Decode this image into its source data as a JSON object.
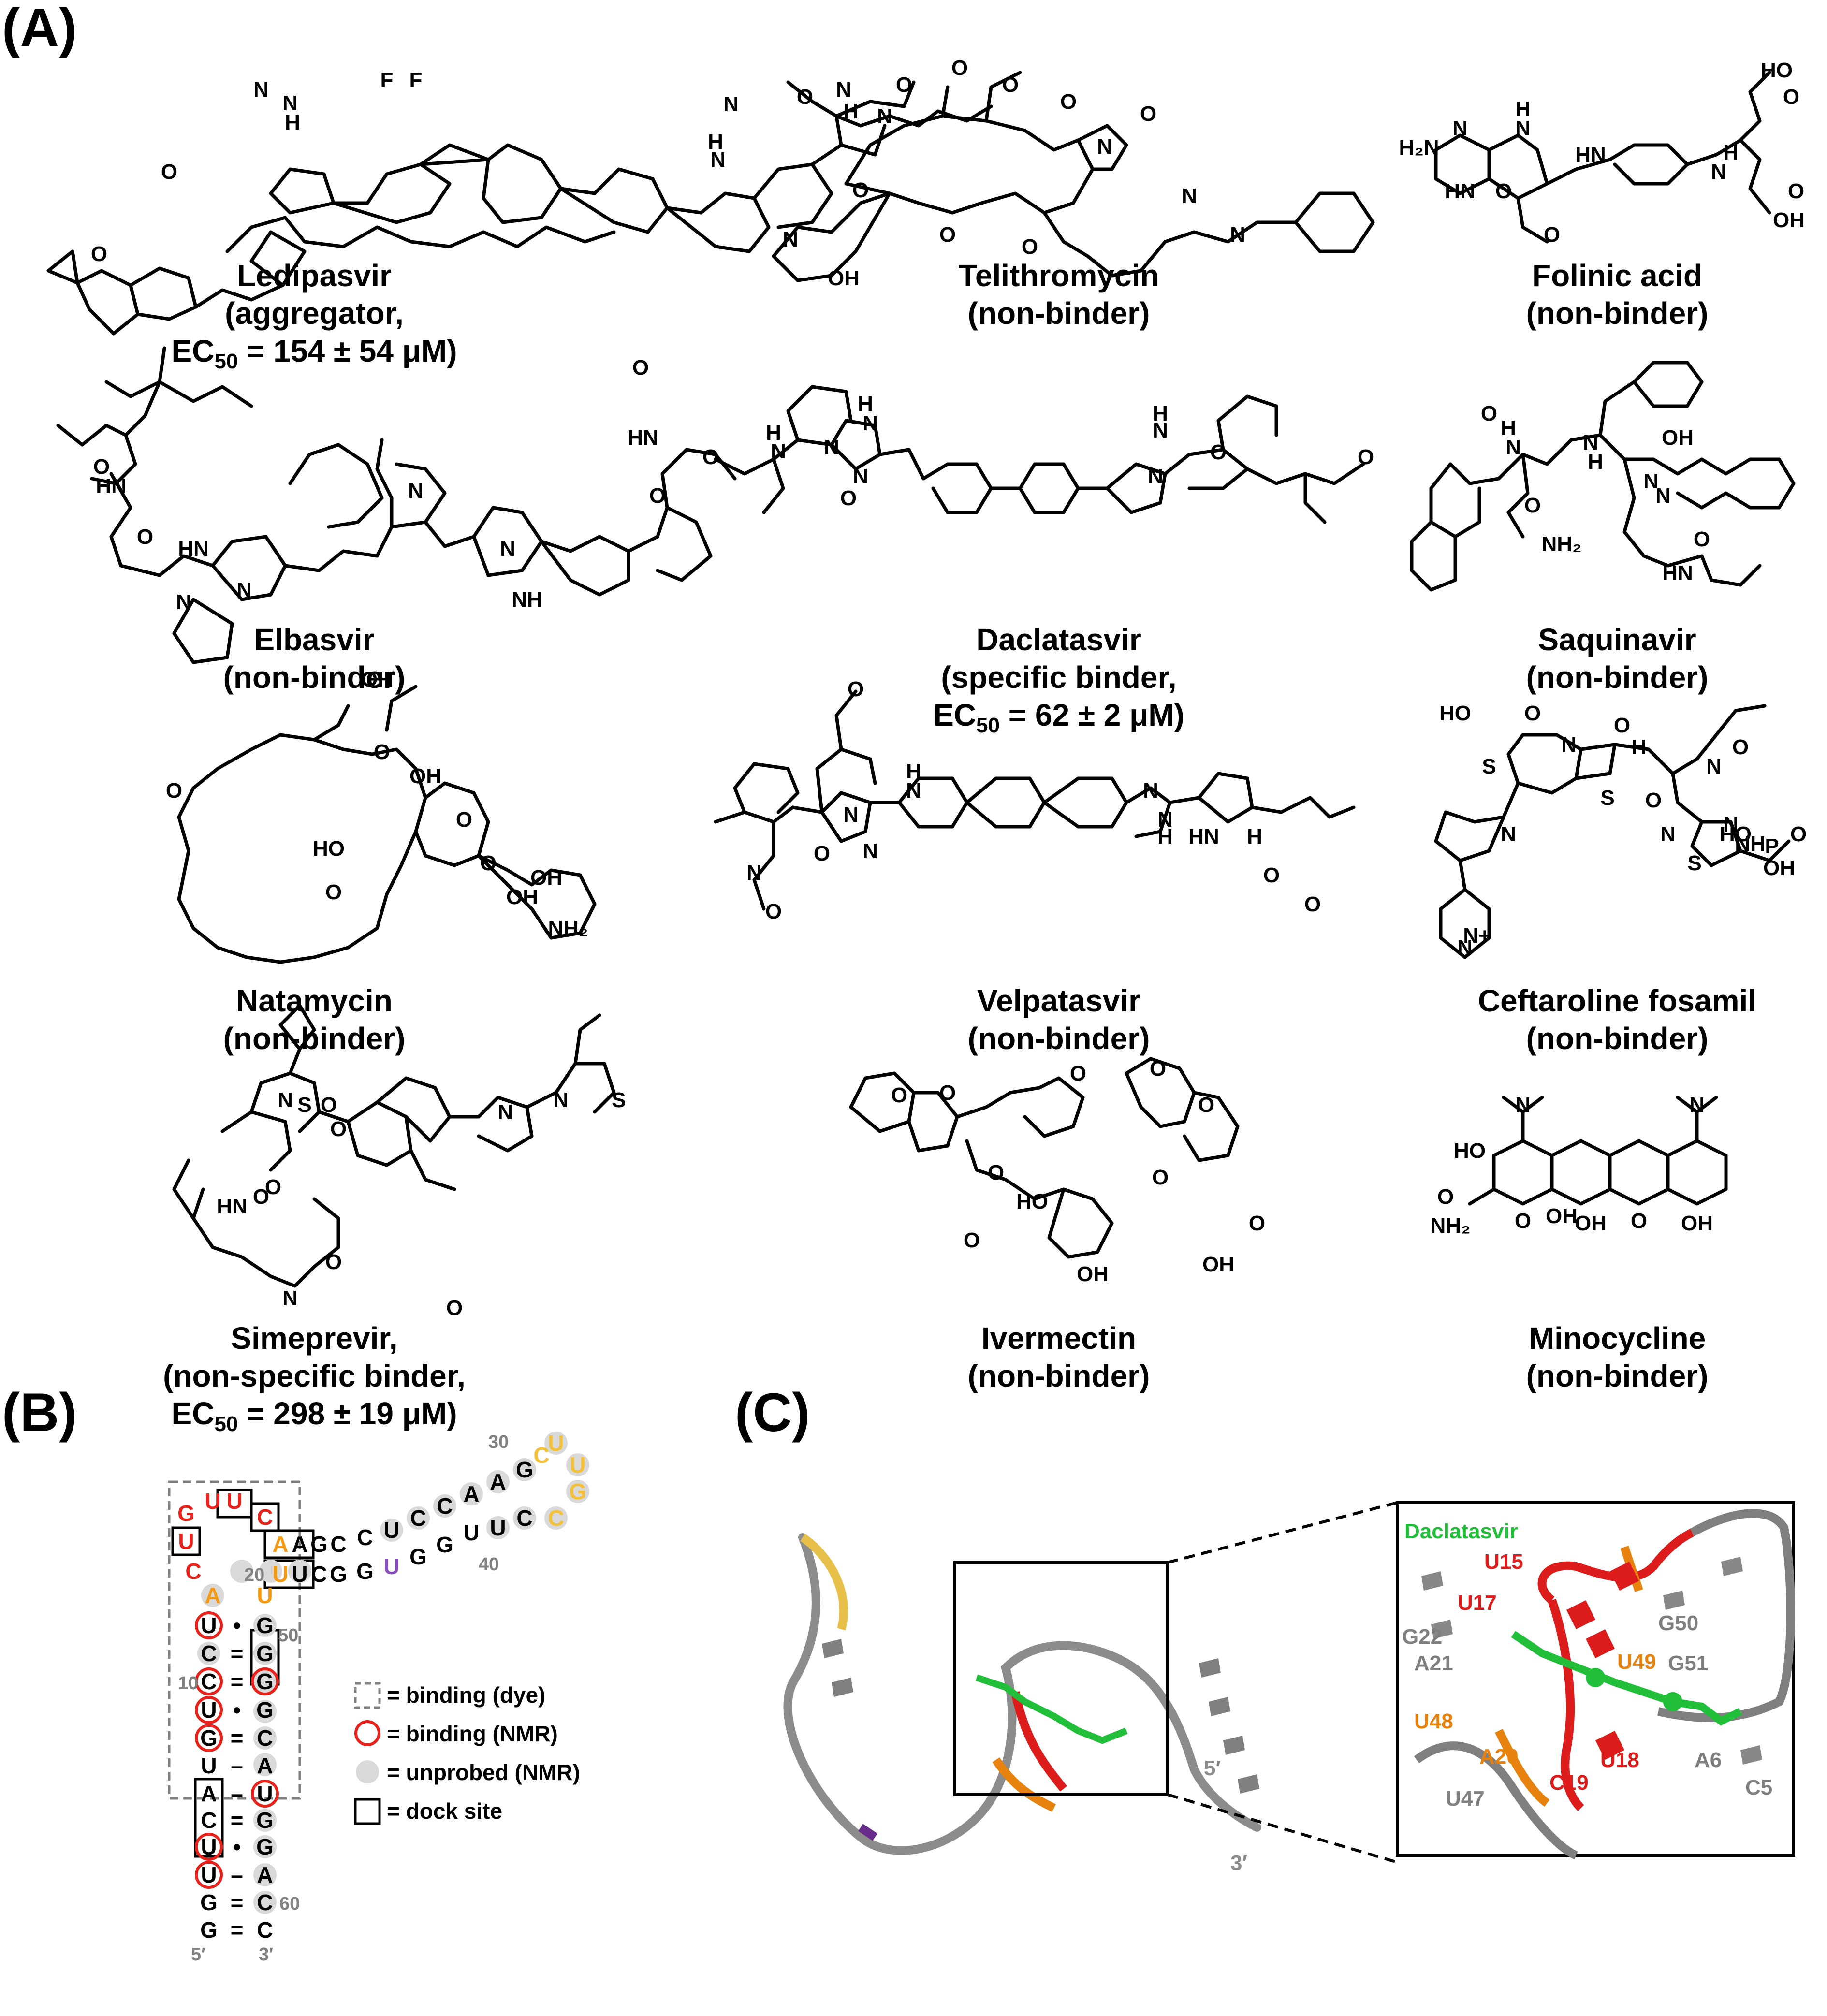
{
  "panels": {
    "a": "(A)",
    "b": "(B)",
    "c": "(C)"
  },
  "compounds": [
    {
      "name": "Ledipasvir",
      "line2": "(aggregator,",
      "line3_prefix": "EC",
      "line3_sub": "50",
      "line3_suffix": " = 154 ± 54 μM)"
    },
    {
      "name": "Telithromycin",
      "line2": "(non-binder)"
    },
    {
      "name": "Folinic acid",
      "line2": "(non-binder)"
    },
    {
      "name": "Elbasvir",
      "line2": "(non-binder)"
    },
    {
      "name": "Daclatasvir",
      "line2": "(specific binder,",
      "line3_prefix": "EC",
      "line3_sub": "50",
      "line3_suffix": " = 62 ± 2 μM)"
    },
    {
      "name": "Saquinavir",
      "line2": "(non-binder)"
    },
    {
      "name": "Natamycin",
      "line2": "(non-binder)"
    },
    {
      "name": "Velpatasvir",
      "line2": "(non-binder)"
    },
    {
      "name": "Ceftaroline fosamil",
      "line2": "(non-binder)"
    },
    {
      "name": "Simeprevir,",
      "line2": "(non-specific binder,",
      "line3_prefix": "EC",
      "line3_sub": "50",
      "line3_suffix": " = 298 ± 19 μM)"
    },
    {
      "name": "Ivermectin",
      "line2": "(non-binder)"
    },
    {
      "name": "Minocycline",
      "line2": "(non-binder)"
    }
  ],
  "atoms": {
    "ledipasvir": [
      "F",
      "F",
      "N",
      "H",
      "N",
      "N",
      "H",
      "N",
      "N",
      "H",
      "N",
      "O",
      "O",
      "O",
      "O"
    ],
    "telithromycin": [
      "O",
      "O",
      "O",
      "O",
      "N",
      "OH",
      "O",
      "O",
      "N",
      "N",
      "N",
      "O"
    ],
    "folinic": [
      "HO",
      "O",
      "H₂N",
      "N",
      "HN",
      "O",
      "H",
      "N",
      "O",
      "HN",
      "H",
      "N",
      "OH",
      "O"
    ],
    "elbasvir": [
      "O",
      "HN",
      "O",
      "N",
      "HN",
      "N",
      "N",
      "N",
      "HN",
      "O",
      "O",
      "NH"
    ],
    "daclatasvir": [
      "O",
      "H",
      "N",
      "N",
      "H",
      "N",
      "N",
      "N",
      "H",
      "N",
      "O",
      "O",
      "O"
    ],
    "saquinavir": [
      "O",
      "H",
      "N",
      "N",
      "H",
      "OH",
      "N",
      "NH₂",
      "O",
      "N",
      "HN",
      "O"
    ],
    "natamycin": [
      "O",
      "OH",
      "O",
      "OH",
      "HO",
      "O",
      "O",
      "OH",
      "NH₂",
      "OH",
      "O"
    ],
    "velpatasvir": [
      "O",
      "N",
      "H",
      "N",
      "O",
      "N",
      "N",
      "H",
      "N",
      "HN",
      "O",
      "O",
      "H",
      "N",
      "O"
    ],
    "ceftaroline": [
      "HO",
      "O",
      "O",
      "S",
      "N",
      "S",
      "N",
      "N",
      "H",
      "O",
      "N",
      "O",
      "N",
      "S",
      "N",
      "HO",
      "NH",
      "P",
      "O",
      "OH",
      "N+"
    ],
    "simeprevir": [
      "N",
      "S",
      "O",
      "O",
      "O",
      "N",
      "S",
      "N",
      "HN",
      "O",
      "N",
      "O",
      "O"
    ],
    "ivermectin": [
      "O",
      "O",
      "O",
      "O",
      "O",
      "O",
      "HO",
      "O",
      "OH",
      "O",
      "OH",
      "O"
    ],
    "minocycline": [
      "N",
      "N",
      "HO",
      "O",
      "NH₂",
      "O",
      "OH",
      "OH",
      "O",
      "OH"
    ]
  },
  "rna": {
    "legend": {
      "dye": "= binding (dye)",
      "nmr": "= binding (NMR)",
      "unprobed": "= unprobed (NMR)",
      "dock": "= dock site"
    },
    "numbers": [
      "30",
      "20",
      "40",
      "50",
      "10",
      "60"
    ],
    "ends": {
      "five": "5′",
      "three": "3′"
    },
    "colors": {
      "red": "#e8221b",
      "orange": "#f39a12",
      "yellow": "#f3c03a",
      "purple": "#8a4fbf",
      "grey": "#d9d9d9"
    }
  },
  "structure3d": {
    "ligand": "Daclatasvir",
    "labels": [
      "U15",
      "U17",
      "G50",
      "G22",
      "A21",
      "U49",
      "G51",
      "U48",
      "A20",
      "U18",
      "A6",
      "C19",
      "C5",
      "U47"
    ],
    "ends": {
      "five": "5′",
      "three": "3′"
    },
    "colors": {
      "ligand": "#22c03a",
      "red": "#dd1c1c",
      "orange": "#e8820f",
      "grey": "#7f7f7f"
    }
  }
}
